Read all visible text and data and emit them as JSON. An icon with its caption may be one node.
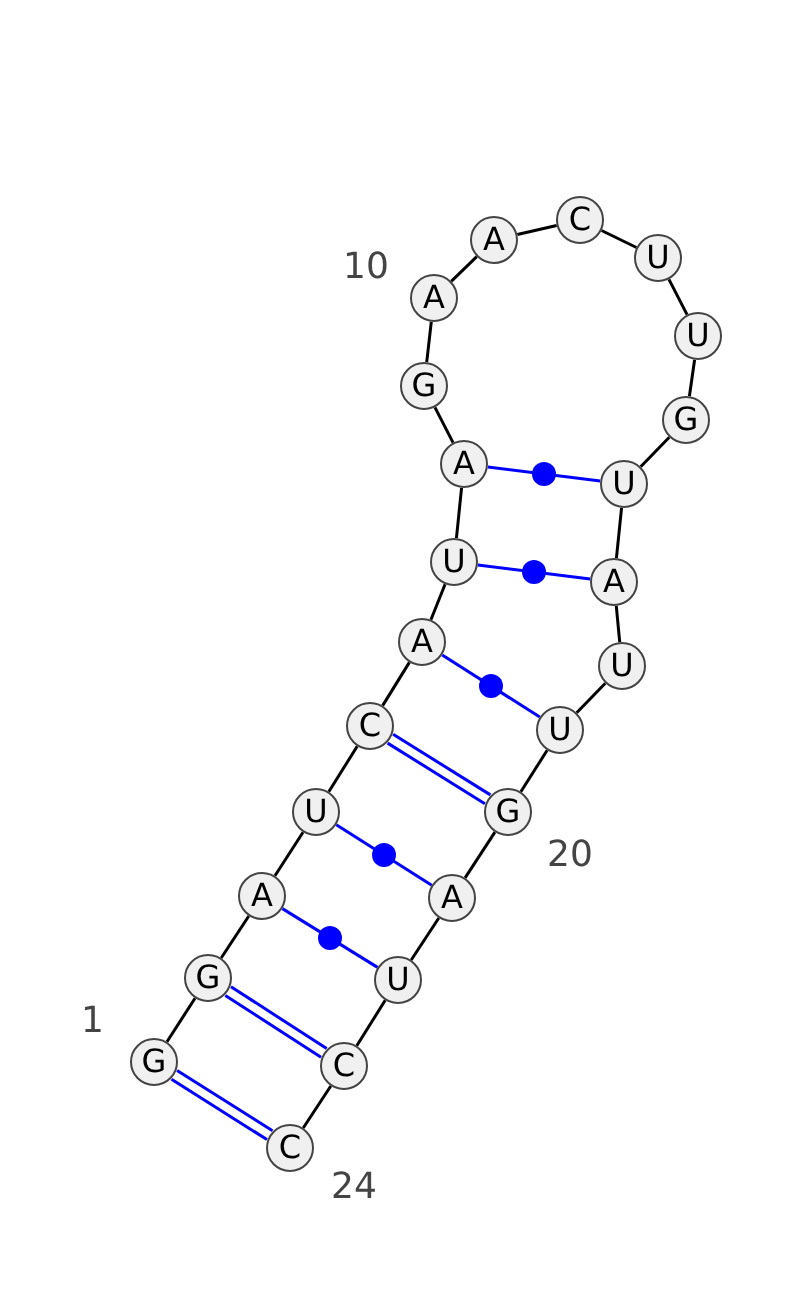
{
  "diagram": {
    "nodes": [
      {
        "text": [
          "G"
        ],
        "beside": [
          "1"
        ]
      },
      {
        "text": [
          "G"
        ]
      },
      {
        "text": [
          "A"
        ]
      },
      {
        "text": [
          "U"
        ]
      },
      {
        "text": [
          "C"
        ]
      },
      {
        "text": [
          "A"
        ]
      },
      {
        "text": [
          "U"
        ]
      },
      {
        "text": [
          "A"
        ]
      },
      {
        "text": [
          "G"
        ]
      },
      {
        "text": [
          "A"
        ],
        "beside": [
          "10"
        ]
      },
      {
        "text": [
          "A"
        ]
      },
      {
        "text": [
          "C"
        ]
      },
      {
        "text": [
          "U"
        ]
      },
      {
        "text": [
          "U"
        ]
      },
      {
        "text": [
          "G"
        ]
      },
      {
        "text": [
          "U"
        ]
      },
      {
        "text": [
          "A"
        ]
      },
      {
        "text": [
          "U"
        ]
      },
      {
        "text": [
          "U"
        ]
      },
      {
        "text": [
          "G"
        ],
        "beside": [
          "20"
        ]
      },
      {
        "text": [
          "A"
        ]
      },
      {
        "text": [
          "U"
        ]
      },
      {
        "text": [
          "C"
        ]
      },
      {
        "text": [
          "C"
        ],
        "beside": [
          "24"
        ]
      }
    ],
    "edges": [
      {
        "from": 0,
        "to": 1,
        "arrow": "none"
      },
      {
        "from": 1,
        "to": 2,
        "arrow": "none"
      },
      {
        "from": 2,
        "to": 3,
        "arrow": "none"
      },
      {
        "from": 3,
        "to": 4,
        "arrow": "none"
      },
      {
        "from": 4,
        "to": 5,
        "arrow": "none"
      },
      {
        "from": 5,
        "to": 6,
        "arrow": "none"
      },
      {
        "from": 6,
        "to": 7,
        "arrow": "none"
      },
      {
        "from": 7,
        "to": 8,
        "arrow": "none"
      },
      {
        "from": 8,
        "to": 9,
        "arrow": "none"
      },
      {
        "from": 9,
        "to": 10,
        "arrow": "none"
      },
      {
        "from": 10,
        "to": 11,
        "arrow": "none"
      },
      {
        "from": 11,
        "to": 12,
        "arrow": "none"
      },
      {
        "from": 12,
        "to": 13,
        "arrow": "none"
      },
      {
        "from": 13,
        "to": 14,
        "arrow": "none"
      },
      {
        "from": 14,
        "to": 15,
        "arrow": "none"
      },
      {
        "from": 15,
        "to": 16,
        "arrow": "none"
      },
      {
        "from": 16,
        "to": 17,
        "arrow": "none"
      },
      {
        "from": 17,
        "to": 18,
        "arrow": "none"
      },
      {
        "from": 18,
        "to": 19,
        "arrow": "none"
      },
      {
        "from": 19,
        "to": 20,
        "arrow": "none"
      },
      {
        "from": 20,
        "to": 21,
        "arrow": "none"
      },
      {
        "from": 21,
        "to": 22,
        "arrow": "none"
      },
      {
        "from": 22,
        "to": 23,
        "arrow": "none"
      },
      {
        "from": 0,
        "to": 23,
        "arrow": "none",
        "color": "#0000ff"
      },
      {
        "from": 1,
        "to": 22,
        "arrow": "none",
        "color": "#0000ff"
      },
      {
        "from": 2,
        "to": 21,
        "arrow": "none",
        "color": "#0000ff"
      },
      {
        "from": 3,
        "to": 20,
        "arrow": "none",
        "color": "#0000ff"
      },
      {
        "from": 4,
        "to": 19,
        "arrow": "none",
        "color": "#0000ff"
      },
      {
        "from": 5,
        "to": 18,
        "arrow": "none",
        "color": "#0000ff"
      },
      {
        "from": 6,
        "to": 16,
        "arrow": "none",
        "color": "#0000ff"
      },
      {
        "from": 7,
        "to": 15,
        "arrow": "none",
        "color": "#0000ff"
      }
    ]
  }
}
